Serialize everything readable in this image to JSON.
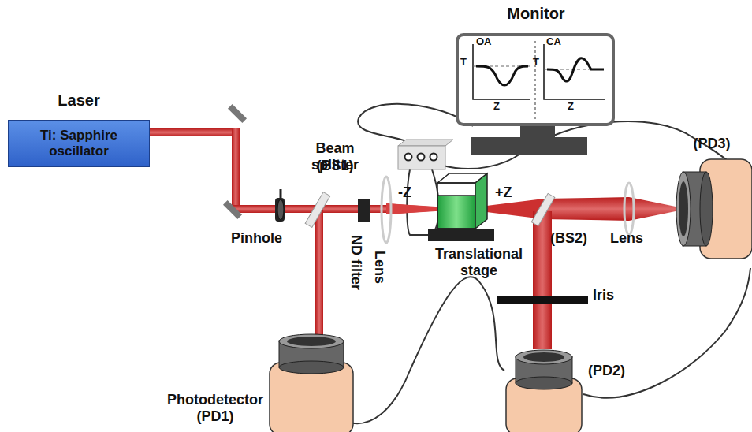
{
  "diagram": {
    "nodes": [
      {
        "text": [
          "Monitor"
        ]
      },
      {
        "text": [
          "Laser",
          "Ti: Sapphire oscillator"
        ]
      },
      {
        "text": [
          "(PD3)"
        ]
      },
      {
        "text": [
          "(PD2)"
        ]
      },
      {
        "text": [
          "Photodetector (PD1)"
        ]
      }
    ],
    "labels": [
      "OA",
      "T",
      "Z",
      "CA",
      "T",
      "Z",
      "Beam splitter",
      "(BS1)",
      "Pinhole",
      "ND filter",
      "Lens",
      "-Z",
      "+Z",
      "Translational stage",
      "(BS2)",
      "Lens",
      "Iris"
    ]
  }
}
